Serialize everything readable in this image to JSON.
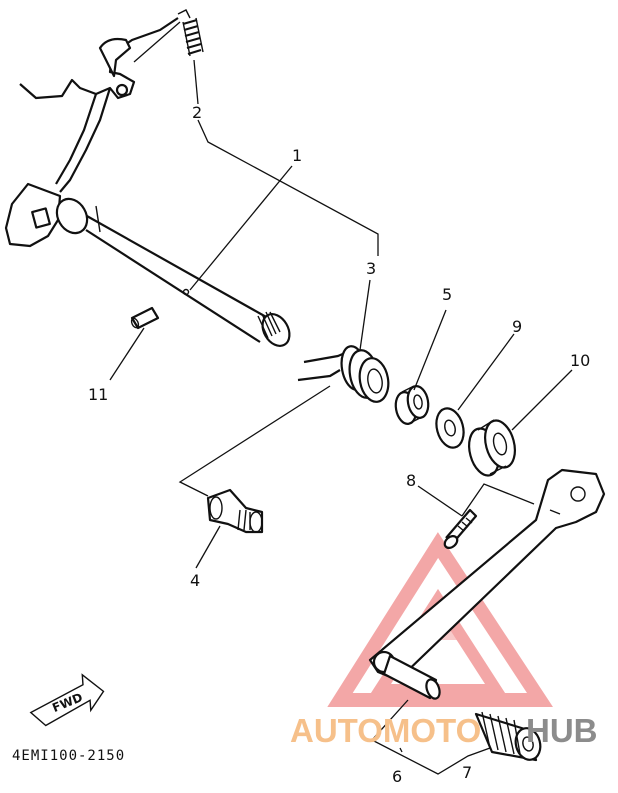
{
  "callouts": {
    "n1": "1",
    "n2": "2",
    "n3": "3",
    "n4": "4",
    "n5": "5",
    "n6": "6",
    "n7": "7",
    "n8": "8",
    "n9": "9",
    "n10": "10",
    "n11": "11"
  },
  "direction_label": "FWD",
  "diagram_code": "4EMI100-2150",
  "watermark": {
    "part_a": "AUTOMOTO",
    "part_b": "HUB",
    "colors": {
      "part_a": "#f6c08a",
      "part_b": "#8c8c8c",
      "logo": "#f08a8a"
    }
  }
}
